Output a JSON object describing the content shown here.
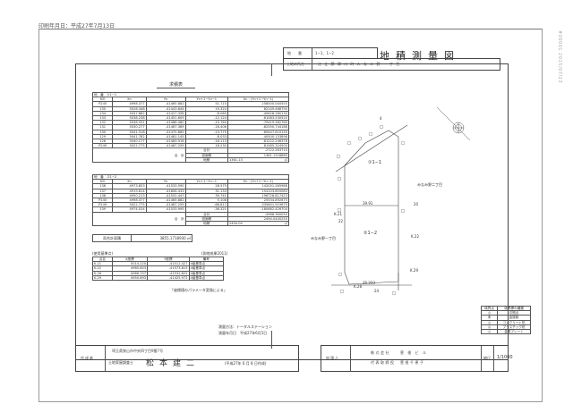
{
  "header": {
    "print_date": "印刷年月日：平成27年7月13日",
    "watermark": "#00001 2015/07/23"
  },
  "title_block": {
    "chiban_label": "地　　番",
    "chiban_value": "1−1、1−2",
    "doc_title": "地積測量図",
    "location_label": "土地の所在",
    "location_value": "江 企 郡 滑 川 町 み な み 野 一 丁 目"
  },
  "area_table_title": "求積表",
  "parcel_1": {
    "header": [
      "地　番",
      "①1−1"
    ],
    "columns": [
      "NO",
      "Xn",
      "Yn",
      "Yn+1−Yn−1",
      "Xn・(Yn+1−Yn−1)"
    ],
    "rows": [
      [
        "P245",
        "4998.377",
        "-41465.882",
        "51.715",
        "258500.040555"
      ],
      [
        "130",
        "5028.348",
        "-41443.844",
        "19.320",
        "82149.468790"
      ],
      [
        "134",
        "5037.882",
        "-41427.358",
        "-8.065",
        "-40628.260130"
      ],
      [
        "133",
        "5038.238",
        "-41451.609",
        "-12.124",
        "-61083.530520"
      ],
      [
        "132",
        "5038.331",
        "-41488.480",
        "-15.760",
        "-79419.382760"
      ],
      [
        "131",
        "5030.277",
        "-41467.369",
        "-16.406",
        "-82550.744186"
      ],
      [
        "130",
        "5041.318",
        "-41475.885",
        "-13.775",
        "-69447.610150"
      ],
      [
        "129",
        "5041.782",
        "-41481.145",
        "-8.033",
        "-40500.153898"
      ],
      [
        "128",
        "5040.177",
        "-41483.918",
        "-16.113",
        "-81222.246376"
      ],
      [
        "P249",
        "5022.775",
        "-41487.259",
        "16.230",
        "81585.324500"
      ]
    ],
    "sum_label": "合　計",
    "sum_sub": [
      "合計",
      "倍面積",
      "地積"
    ],
    "sum_values": [
      "-2722.263710",
      "1361.1318860",
      "1361.13"
    ],
    "unit": "㎡"
  },
  "parcel_2": {
    "header": [
      "地　番",
      "②1−2"
    ],
    "columns": [
      "NO",
      "Xn",
      "Yn",
      "Yn+1−Yn−1",
      "Xn・(Yn+1−Yn−1)"
    ],
    "rows": [
      [
        "136",
        "4973.853",
        "-41533.590",
        "28.575",
        "142051.285988"
      ],
      [
        "137",
        "4919.814",
        "-41606.433",
        "31.133",
        "154103.855083"
      ],
      [
        "138",
        "4950.213",
        "-41552.447",
        "39.741",
        "196726.817423"
      ],
      [
        "P245",
        "4998.377",
        "-41465.882",
        "5.108",
        "25534.892675"
      ],
      [
        "P249",
        "5022.775",
        "-41487.259",
        "-66.817",
        "-335601.919675"
      ],
      [
        "139",
        "4974.024",
        "-41533.995",
        "-36.321",
        "-180662.426704"
      ]
    ],
    "sum_label": "合　計",
    "sum_sub": [
      "合計",
      "倍面積",
      "地積"
    ],
    "sum_values": [
      "-4988.360050",
      "2494.0400250",
      "2494.04"
    ],
    "unit": "㎡"
  },
  "total_area": {
    "label": "両合計面積",
    "value": "3855.1718930",
    "unit": "㎡"
  },
  "ref_points": {
    "title": "(使用基準点)",
    "system": "(測地成果2011)",
    "columns": [
      "点名",
      "X座標",
      "Y座標",
      "備考"
    ],
    "rows": [
      [
        "K.21",
        "5014.220",
        "-41512.427",
        "4級基準点"
      ],
      [
        "K.22",
        "4985.803",
        "-41573.815",
        "4級基準点"
      ],
      [
        "K.28",
        "4966.707",
        "-41532.822",
        "4級基準点"
      ],
      [
        "K.29",
        "4950.893",
        "-41425.972",
        "4級基準点"
      ]
    ],
    "note": "「座標値のパラメータ変換による」"
  },
  "survey_info": {
    "method_label": "測量方法：",
    "method_value": "トータルステーション",
    "date_label": "測量年月日",
    "date_value": "平成27年6月5日"
  },
  "drawing": {
    "parcel_1_label": "①1−1",
    "parcel_2_label": "②1−2",
    "neighbor_right": "みなみ野二丁目",
    "neighbor_left": "みなみ野一丁目",
    "num_4": "4",
    "num_20": "20",
    "num_22": "22",
    "num_24": "24",
    "dim_mid": "39.91",
    "dim_bottom": "35.233",
    "k21": "K.21",
    "k22": "K.22",
    "k28": "K.28",
    "k29": "K.29"
  },
  "legend": {
    "headers": [
      "境界点",
      "境界標の種類"
    ],
    "rows": [
      [
        "◎",
        "引照点"
      ],
      [
        "㊎",
        "金属鋲"
      ],
      [
        "◎",
        "コンクリート杭"
      ],
      [
        "◎",
        "プラスチック杭"
      ],
      [
        "◎",
        "金属プレート"
      ]
    ]
  },
  "author_block": {
    "label": "作成者",
    "address": "埼玉県狭山市中央四丁目9番7号",
    "title": "土地家屋調査士",
    "name": "松本建二",
    "date": "(平成27年 6 月 8 日作成)"
  },
  "applicant_block": {
    "label": "申請人",
    "company": "株式会社　　菅 根 ビ ル",
    "rep": "代表取締役　菅根千恵子",
    "scale_label": "縮尺",
    "scale_value": "1/1000"
  }
}
